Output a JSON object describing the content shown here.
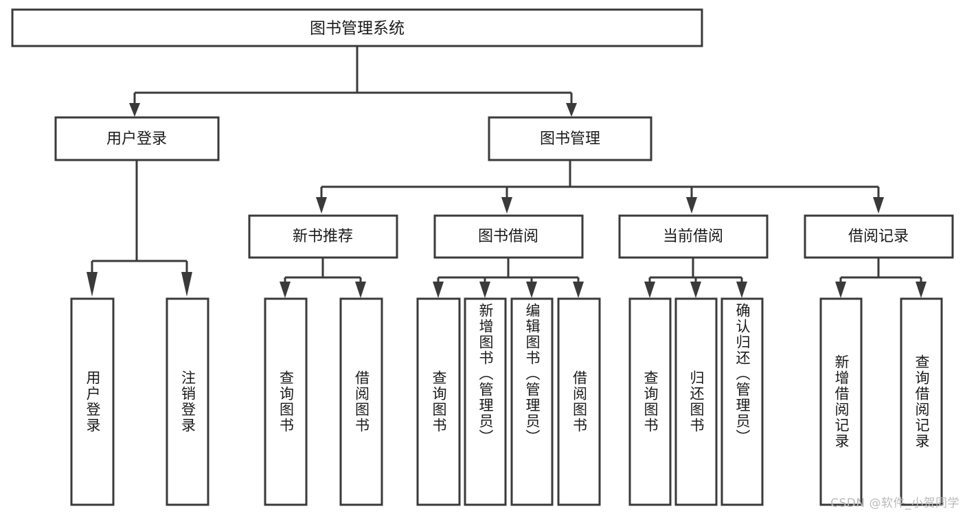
{
  "diagram": {
    "type": "tree-hierarchy",
    "title_node": {
      "id": "root",
      "label": "图书管理系统"
    },
    "level2": [
      {
        "id": "user-login",
        "label": "用户登录"
      },
      {
        "id": "book-manage",
        "label": "图书管理"
      }
    ],
    "level3": [
      {
        "id": "new-book-rec",
        "label": "新书推荐",
        "parent": "book-manage"
      },
      {
        "id": "book-borrow",
        "label": "图书借阅",
        "parent": "book-manage"
      },
      {
        "id": "current-borrow",
        "label": "当前借阅",
        "parent": "book-manage"
      },
      {
        "id": "borrow-record",
        "label": "借阅记录",
        "parent": "book-manage"
      }
    ],
    "leaves": [
      {
        "id": "leaf-user-login",
        "label": "用户登录",
        "parent": "user-login"
      },
      {
        "id": "leaf-user-logout",
        "label": "注销登录",
        "parent": "user-login"
      },
      {
        "id": "leaf-query-book-1",
        "label": "查询图书",
        "parent": "new-book-rec"
      },
      {
        "id": "leaf-borrow-book-1",
        "label": "借阅图书",
        "parent": "new-book-rec"
      },
      {
        "id": "leaf-query-book-2",
        "label": "查询图书",
        "parent": "book-borrow"
      },
      {
        "id": "leaf-add-book",
        "label": "新增图书（管理员）",
        "parent": "book-borrow"
      },
      {
        "id": "leaf-edit-book",
        "label": "编辑图书（管理员）",
        "parent": "book-borrow"
      },
      {
        "id": "leaf-borrow-book-2",
        "label": "借阅图书",
        "parent": "book-borrow"
      },
      {
        "id": "leaf-query-book-3",
        "label": "查询图书",
        "parent": "current-borrow"
      },
      {
        "id": "leaf-return-book",
        "label": "归还图书",
        "parent": "current-borrow"
      },
      {
        "id": "leaf-confirm-return",
        "label": "确认归还（管理员）",
        "parent": "current-borrow"
      },
      {
        "id": "leaf-add-record",
        "label": "新增借阅记录",
        "parent": "borrow-record"
      },
      {
        "id": "leaf-query-record",
        "label": "查询借阅记录",
        "parent": "borrow-record"
      }
    ],
    "colors": {
      "stroke": "#3a3a3a",
      "fill": "#ffffff",
      "text": "#1a1a1a",
      "watermark": "#b9b9b9"
    }
  },
  "watermark": {
    "text": "CSDN @软件_小贺同学"
  }
}
